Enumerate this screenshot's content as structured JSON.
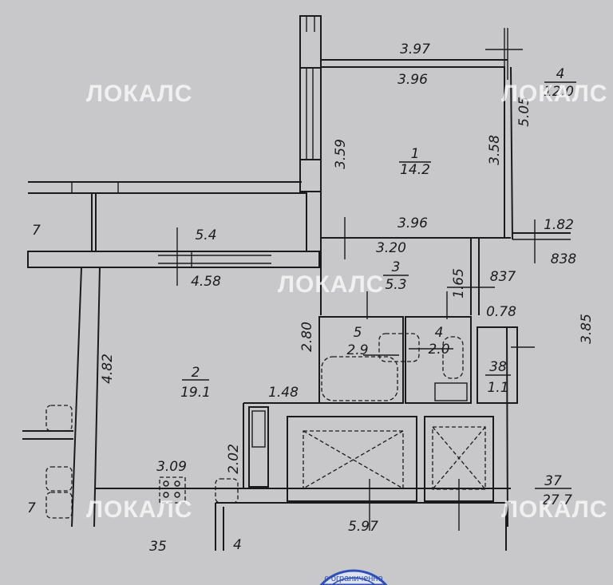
{
  "watermark": "ЛОКАЛС",
  "stamp_text": "с ограниченно",
  "rooms": [
    {
      "number": "1",
      "area": "14.2"
    },
    {
      "number": "2",
      "area": "19.1"
    },
    {
      "number": "3",
      "area": "5.3"
    },
    {
      "number": "4",
      "area": "2.0"
    },
    {
      "number": "5",
      "area": "2.9"
    },
    {
      "number": "38",
      "area": "1.1"
    },
    {
      "number": "37",
      "area": "27.7"
    },
    {
      "number": "4",
      "area": "12.0"
    }
  ],
  "balcony_area": "5.4",
  "dimensions": {
    "top_outer": "3.97",
    "room1_top": "3.96",
    "room1_bottom": "3.96",
    "room1_left": "3.59",
    "room1_right": "3.58",
    "right_505": "5.05",
    "d182": "1.82",
    "d838": "838",
    "d837": "837",
    "d320": "3.20",
    "d165": "1.65",
    "d078": "0.78",
    "d385": "3.85",
    "d458": "4.58",
    "d280": "2.80",
    "d482": "4.82",
    "d148": "1.48",
    "d202": "2.02",
    "d309": "3.09",
    "d597": "5.97",
    "left_7a": "7",
    "left_7b": "7",
    "bottom_35": "35",
    "bottom_4": "4"
  }
}
